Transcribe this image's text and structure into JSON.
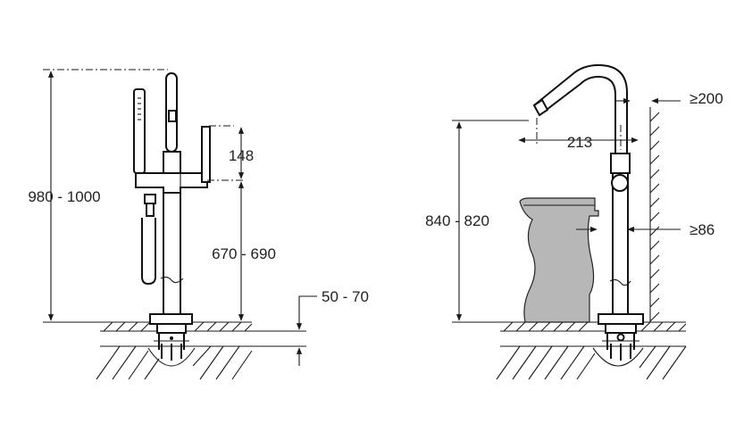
{
  "left_view": {
    "dimensions": {
      "total_height": "980 - 1000",
      "handle_offset": "148",
      "handle_height": "670 - 690",
      "floor_depth": "50 - 70"
    }
  },
  "right_view": {
    "dimensions": {
      "wall_clearance": "≥200",
      "spout_reach": "213",
      "spout_height": "840 - 820",
      "tub_clearance": "≥86"
    }
  },
  "colors": {
    "line": "#1a1a1a",
    "bathtub_fill": "#b7b7b7"
  }
}
